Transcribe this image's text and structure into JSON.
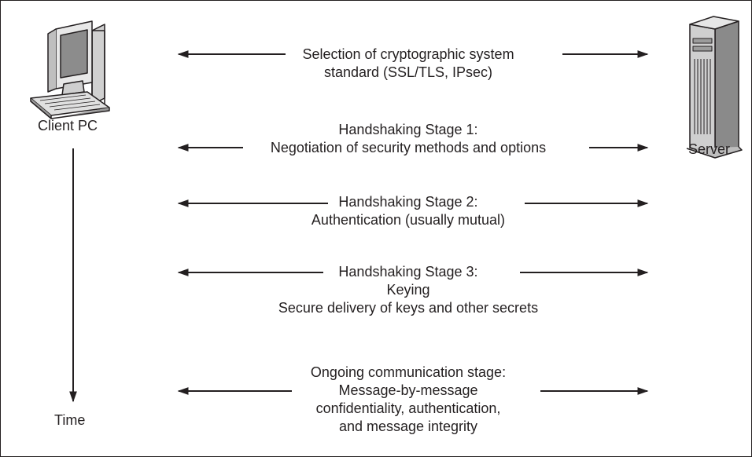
{
  "client_label": "Client PC",
  "server_label": "Server",
  "time_label": "Time",
  "stages": [
    {
      "lines": [
        "Selection of cryptographic system",
        "standard (SSL/TLS, IPsec)"
      ]
    },
    {
      "lines": [
        "Handshaking Stage 1:",
        "Negotiation of security methods and options"
      ]
    },
    {
      "lines": [
        "Handshaking Stage 2:",
        "Authentication (usually mutual)"
      ]
    },
    {
      "lines": [
        "Handshaking Stage 3:",
        "Keying",
        "Secure delivery of keys and other secrets"
      ]
    },
    {
      "lines": [
        "Ongoing communication stage:",
        "Message-by-message",
        "confidentiality, authentication,",
        "and message integrity"
      ]
    }
  ]
}
